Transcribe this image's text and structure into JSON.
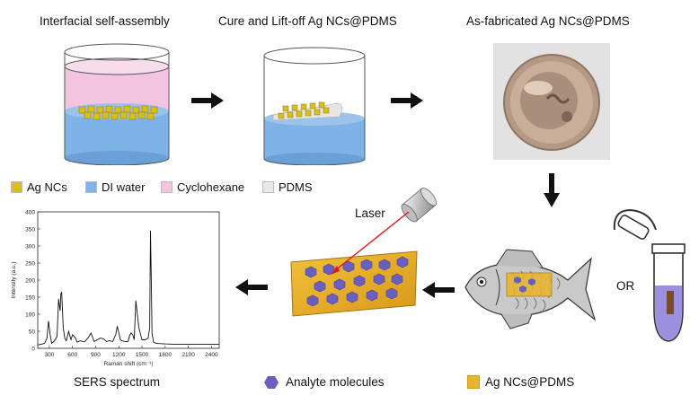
{
  "titles": {
    "step1": "Interfacial self-assembly",
    "step2": "Cure and Lift-off Ag NCs@PDMS",
    "step3": "As-fabricated Ag NCs@PDMS"
  },
  "legend": [
    {
      "label": "Ag NCs",
      "color": "#d9bf1c"
    },
    {
      "label": "DI water",
      "color": "#7fb2e6"
    },
    {
      "label": "Cyclohexane",
      "color": "#f2c4e0"
    },
    {
      "label": "PDMS",
      "color": "#e8e8e8"
    }
  ],
  "labels": {
    "laser": "Laser",
    "or": "OR",
    "sers": "SERS spectrum",
    "analyte": "Analyte molecules",
    "agpdms": "Ag NCs@PDMS"
  },
  "chart_data": {
    "type": "line",
    "xlabel": "Raman shift (cm⁻¹)",
    "ylabel": "Intensity (a.u.)",
    "xlim": [
      150,
      2500
    ],
    "ylim": [
      0,
      400
    ],
    "xticks": [
      300,
      600,
      900,
      1200,
      1500,
      1800,
      2100,
      2400
    ],
    "yticks": [
      0,
      50,
      100,
      150,
      200,
      250,
      300,
      350,
      400
    ],
    "x": [
      150,
      200,
      240,
      270,
      290,
      310,
      330,
      360,
      400,
      420,
      440,
      450,
      460,
      470,
      480,
      500,
      520,
      550,
      580,
      600,
      640,
      660,
      700,
      730,
      760,
      800,
      840,
      880,
      920,
      960,
      1000,
      1040,
      1080,
      1120,
      1160,
      1180,
      1200,
      1220,
      1240,
      1280,
      1320,
      1340,
      1360,
      1380,
      1400,
      1420,
      1460,
      1500,
      1540,
      1580,
      1600,
      1610,
      1620,
      1630,
      1650,
      1680,
      1720,
      1800,
      1900,
      2000,
      2100,
      2200,
      2300,
      2400,
      2500
    ],
    "y": [
      10,
      12,
      15,
      30,
      80,
      40,
      15,
      20,
      35,
      145,
      110,
      160,
      165,
      115,
      60,
      30,
      22,
      50,
      25,
      40,
      30,
      18,
      22,
      20,
      20,
      30,
      45,
      20,
      25,
      30,
      28,
      20,
      22,
      20,
      40,
      65,
      45,
      25,
      22,
      20,
      20,
      38,
      45,
      40,
      25,
      140,
      60,
      25,
      25,
      30,
      60,
      345,
      200,
      45,
      18,
      15,
      14,
      13,
      12,
      12,
      12,
      12,
      12,
      12,
      12
    ]
  }
}
